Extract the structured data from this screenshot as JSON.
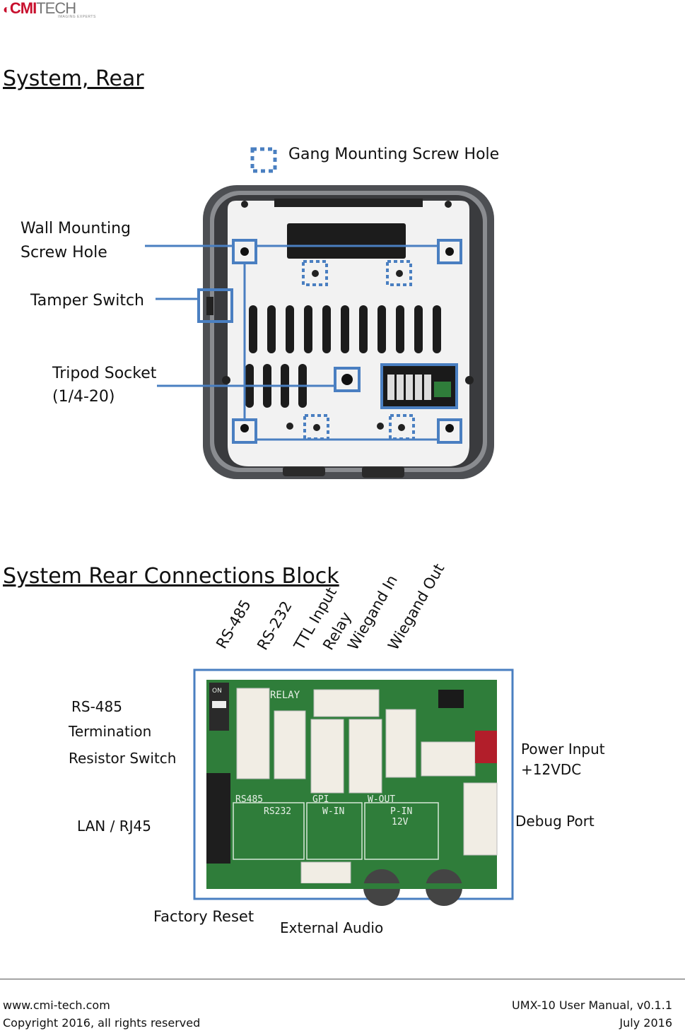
{
  "logo": {
    "brand_main": "CMI",
    "brand_accent": "TECH",
    "tagline": "IMAGING EXPERTS"
  },
  "section1": {
    "title": "System, Rear",
    "labels": {
      "gang": "Gang Mounting Screw Hole",
      "wall_line1": "Wall Mounting",
      "wall_line2": "Screw Hole",
      "tamper": "Tamper Switch",
      "tripod_line1": "Tripod Socket",
      "tripod_line2": "(1/4-20)"
    }
  },
  "section2": {
    "title": "System Rear Connections Block",
    "top_labels": [
      "RS-485",
      "RS-232",
      "TTL Input",
      "Relay",
      "Wiegand In",
      "Wiegand Out"
    ],
    "labels": {
      "rs485": "RS-485",
      "termination": "Termination",
      "resistor": "Resistor Switch",
      "lan": "LAN / RJ45",
      "power_line1": "Power Input",
      "power_line2": "+12VDC",
      "debug": "Debug Port",
      "factory": "Factory Reset",
      "audio": "External Audio"
    },
    "board_labels": {
      "relay": "RELAY",
      "rs485": "RS485",
      "rs232": "RS232",
      "gpi": "GPI",
      "w_in": "W-IN",
      "w_out": "W-OUT",
      "p_in": "P-IN",
      "v12": "12V",
      "on": "ON"
    }
  },
  "footer": {
    "website": "www.cmi-tech.com",
    "copyright": "Copyright 2016, all rights reserved",
    "manual": "UMX-10 User Manual, v0.1.1",
    "date": "July 2016"
  },
  "colors": {
    "callout_blue": "#4a7fc1",
    "board_green": "#2f7d3a",
    "logo_red": "#c8102e"
  }
}
